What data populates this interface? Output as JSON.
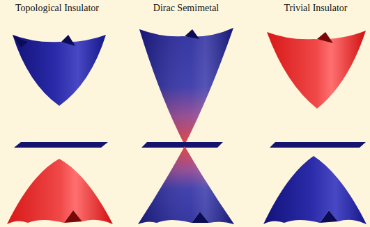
{
  "diagram": {
    "labels": [
      "Topological Insulator",
      "Dirac Semimetal",
      "Trivial Insulator"
    ]
  }
}
